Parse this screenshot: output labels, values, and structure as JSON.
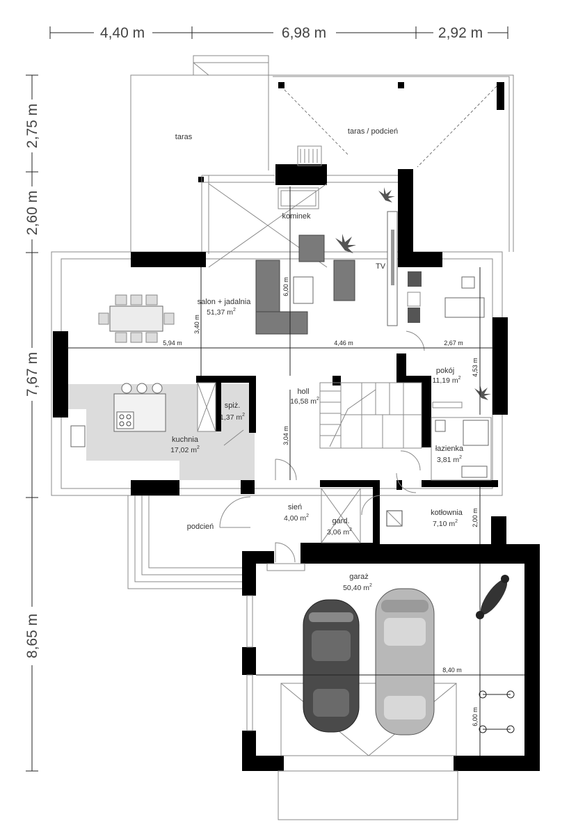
{
  "outer_dimensions": {
    "top": [
      "4,40 m",
      "6,98 m",
      "2,92 m"
    ],
    "left": [
      "2,75 m",
      "2,60 m",
      "7,67 m",
      "8,65 m"
    ]
  },
  "rooms": {
    "taras": {
      "label": "taras"
    },
    "taras_podcien": {
      "label": "taras / podcień"
    },
    "kominek": {
      "label": "kominek"
    },
    "tv": {
      "label": "TV"
    },
    "salon": {
      "label": "salon + jadalnia",
      "area": "51,37 m",
      "unit_sup": "2"
    },
    "pokoj": {
      "label": "pokój",
      "area": "11,19 m",
      "unit_sup": "2"
    },
    "holl": {
      "label": "holl",
      "area": "16,58 m",
      "unit_sup": "2"
    },
    "spiz": {
      "label": "spiż.",
      "area": "1,37 m",
      "unit_sup": "2"
    },
    "kuchnia": {
      "label": "kuchnia",
      "area": "17,02 m",
      "unit_sup": "2"
    },
    "lazienka": {
      "label": "łazienka",
      "area": "3,81 m",
      "unit_sup": "2"
    },
    "sien": {
      "label": "sień",
      "area": "4,00 m",
      "unit_sup": "2"
    },
    "gard": {
      "label": "gard.",
      "area": "3,06 m",
      "unit_sup": "2"
    },
    "kotlownia": {
      "label": "kotłownia",
      "area": "7,10 m",
      "unit_sup": "2"
    },
    "podcien": {
      "label": "podcień"
    },
    "garaz": {
      "label": "garaż",
      "area": "50,40 m",
      "unit_sup": "2"
    }
  },
  "inner_dimensions": {
    "d_594": "5,94 m",
    "d_446": "4,46 m",
    "d_267": "2,67 m",
    "d_340": "3,40 m",
    "d_600_salon": "6,00 m",
    "d_453": "4,53 m",
    "d_304": "3,04 m",
    "d_200": "2,00 m",
    "d_840": "8,40 m",
    "d_600_garaz": "6,00 m"
  },
  "colors": {
    "wall": "#000000",
    "kitchen_floor": "#dcdcdc",
    "sofa": "#7a7a7a",
    "car_dark": "#4a4a4a",
    "car_light": "#b8b8b8"
  }
}
